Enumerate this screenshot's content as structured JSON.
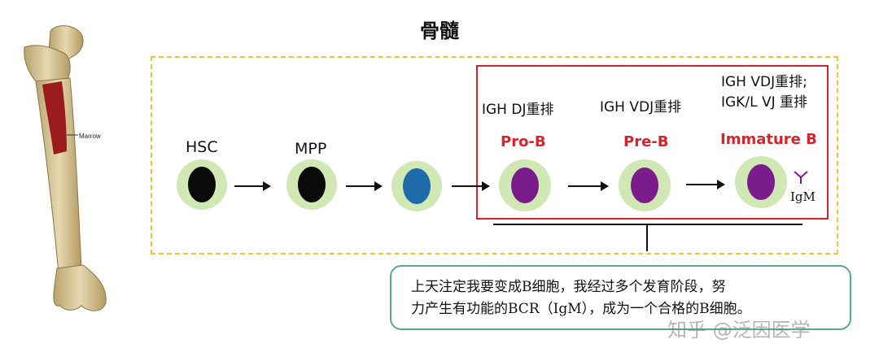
{
  "title": "骨髓",
  "bone": {
    "label": "Marrow"
  },
  "stages": [
    {
      "label": "HSC",
      "nucleus_color": "#0a0a0a"
    },
    {
      "label": "MPP",
      "nucleus_color": "#0a0a0a"
    },
    {
      "label": "",
      "nucleus_color": "#1f6aa8"
    },
    {
      "label": "Pro-B",
      "rearrangement": "IGH DJ重排",
      "nucleus_color": "#7a1c8c"
    },
    {
      "label": "Pre-B",
      "rearrangement": "IGH VDJ重排",
      "nucleus_color": "#7a1c8c"
    },
    {
      "label": "Immature B",
      "rearrangement_line1": "IGH VDJ重排;",
      "rearrangement_line2": "IGK/L VJ 重排",
      "nucleus_color": "#7a1c8c"
    }
  ],
  "igm_label": "IgM",
  "callout": {
    "line1": "上天注定我要变成B细胞，我经过多个发育阶段，努",
    "line2": "力产生有功能的BCR（IgM），成为一个合格的B细胞。"
  },
  "watermark": "知乎 @泛因医学",
  "colors": {
    "cytoplasm": "#cfe8b4",
    "dashed_border": "#f2c230",
    "red_box": "#d9232a",
    "callout_border": "#5aa88a",
    "marrow": "#9b1b1b",
    "bone": "#d9c79a"
  }
}
